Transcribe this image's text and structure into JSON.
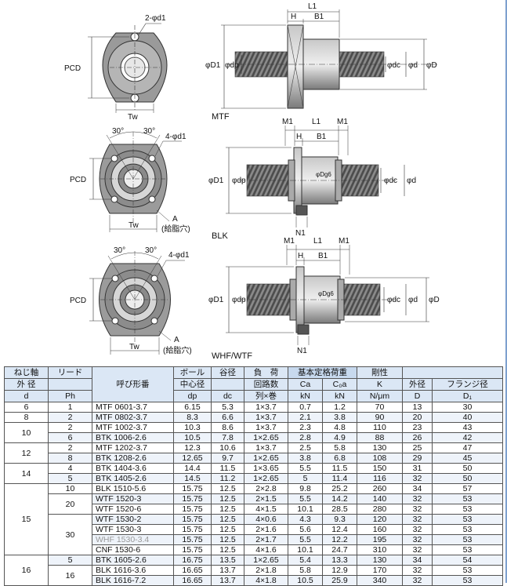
{
  "colors": {
    "header_bg": "#dbe7f5",
    "row_alt": "#eef3fa",
    "accent": "#7da0cf",
    "thread": "#6e6e6e"
  },
  "drawings": {
    "mtf": {
      "caption": "MTF",
      "hole": "2-φd1",
      "pcd": "PCD",
      "tw": "Tw",
      "L1": "L1",
      "H": "H",
      "B1": "B1",
      "D1": "φD1",
      "dp": "φdp",
      "dc": "φdc",
      "d": "φd",
      "D": "φD"
    },
    "blk": {
      "caption": "BLK",
      "angle1": "30°",
      "angle2": "30°",
      "hole": "4-φd1",
      "pcd": "PCD",
      "tw": "Tw",
      "a": "A",
      "oil": "(給脂穴)",
      "M1a": "M1",
      "L1": "L1",
      "M1b": "M1",
      "H": "H",
      "B1": "B1",
      "D1": "φD1",
      "dp": "φdp",
      "dg": "φDg6",
      "dc": "φdc",
      "d": "φd",
      "N1": "N1"
    },
    "whf": {
      "caption": "WHF/WTF",
      "angle1": "30°",
      "angle2": "30°",
      "hole": "4-φd1",
      "pcd": "PCD",
      "tw": "Tw",
      "a": "A",
      "oil": "(給脂穴)",
      "M1a": "M1",
      "L1": "L1",
      "M1b": "M1",
      "H": "H",
      "B1": "B1",
      "D1": "φD1",
      "dp": "φdp",
      "dg": "φDg6",
      "dc": "φdc",
      "d": "φd",
      "D": "φD",
      "N1": "N1"
    }
  },
  "table": {
    "h": {
      "shaft1": "ねじ軸",
      "shaft2": "外 径",
      "shaft3": "d",
      "lead1": "リード",
      "lead3": "Ph",
      "model": "呼び形番",
      "ball1": "ボール",
      "ball2": "中心径",
      "ball3": "dp",
      "root1": "谷径",
      "root3": "dc",
      "load1": "負　荷",
      "load2": "回路数",
      "load3": "列×巻",
      "rated": "基本定格荷重",
      "ca1": "Ca",
      "ca2": "kN",
      "c0a1": "C₀a",
      "c0a2": "kN",
      "stiff1": "剛性",
      "stiff2": "K",
      "stiff3": "N/μm",
      "od1": "外径",
      "od2": "D",
      "fl1": "フランジ径",
      "fl2": "D₁"
    },
    "rows": [
      {
        "d": "6",
        "ph": "1",
        "m": "MTF  0601-3.7",
        "dp": "6.15",
        "dc": "5.3",
        "cr": "1×3.7",
        "ca": "0.7",
        "c0a": "1.2",
        "k": "70",
        "od": "13",
        "fl": "30"
      },
      {
        "d": "8",
        "ph": "2",
        "m": "MTF  0802-3.7",
        "dp": "8.3",
        "dc": "6.6",
        "cr": "1×3.7",
        "ca": "2.1",
        "c0a": "3.8",
        "k": "90",
        "od": "20",
        "fl": "40"
      },
      {
        "d": "10",
        "ph": "2",
        "m": "MTF  1002-3.7",
        "dp": "10.3",
        "dc": "8.6",
        "cr": "1×3.7",
        "ca": "2.3",
        "c0a": "4.8",
        "k": "110",
        "od": "23",
        "fl": "43"
      },
      {
        "ph": "6",
        "m": "BTK  1006-2.6",
        "dp": "10.5",
        "dc": "7.8",
        "cr": "1×2.65",
        "ca": "2.8",
        "c0a": "4.9",
        "k": "88",
        "od": "26",
        "fl": "42"
      },
      {
        "d": "12",
        "ph": "2",
        "m": "MTF  1202-3.7",
        "dp": "12.3",
        "dc": "10.6",
        "cr": "1×3.7",
        "ca": "2.5",
        "c0a": "5.8",
        "k": "130",
        "od": "25",
        "fl": "47"
      },
      {
        "ph": "8",
        "m": "BTK  1208-2.6",
        "dp": "12.65",
        "dc": "9.7",
        "cr": "1×2.65",
        "ca": "3.8",
        "c0a": "6.8",
        "k": "108",
        "od": "29",
        "fl": "45"
      },
      {
        "d": "14",
        "ph": "4",
        "m": "BTK  1404-3.6",
        "dp": "14.4",
        "dc": "11.5",
        "cr": "1×3.65",
        "ca": "5.5",
        "c0a": "11.5",
        "k": "150",
        "od": "31",
        "fl": "50"
      },
      {
        "ph": "5",
        "m": "BTK  1405-2.6",
        "dp": "14.5",
        "dc": "11.2",
        "cr": "1×2.65",
        "ca": "5",
        "c0a": "11.4",
        "k": "116",
        "od": "32",
        "fl": "50"
      },
      {
        "d": "15",
        "ph": "10",
        "m": "BLK  1510-5.6",
        "dp": "15.75",
        "dc": "12.5",
        "cr": "2×2.8",
        "ca": "9.8",
        "c0a": "25.2",
        "k": "260",
        "od": "34",
        "fl": "57"
      },
      {
        "ph": "20",
        "m": "WTF  1520-3",
        "dp": "15.75",
        "dc": "12.5",
        "cr": "2×1.5",
        "ca": "5.5",
        "c0a": "14.2",
        "k": "140",
        "od": "32",
        "fl": "53"
      },
      {
        "m": "WTF  1520-6",
        "dp": "15.75",
        "dc": "12.5",
        "cr": "4×1.5",
        "ca": "10.1",
        "c0a": "28.5",
        "k": "280",
        "od": "32",
        "fl": "53"
      },
      {
        "ph": "30",
        "m": "WTF  1530-2",
        "dp": "15.75",
        "dc": "12.5",
        "cr": "4×0.6",
        "ca": "4.3",
        "c0a": "9.3",
        "k": "120",
        "od": "32",
        "fl": "53"
      },
      {
        "m": "WTF  1530-3",
        "dp": "15.75",
        "dc": "12.5",
        "cr": "2×1.6",
        "ca": "5.6",
        "c0a": "12.4",
        "k": "160",
        "od": "32",
        "fl": "53"
      },
      {
        "m": "WHF  1530-3.4",
        "dp": "15.75",
        "dc": "12.5",
        "cr": "2×1.7",
        "ca": "5.5",
        "c0a": "12.2",
        "k": "195",
        "od": "32",
        "fl": "53",
        "gray": true
      },
      {
        "m": "CNF  1530-6",
        "dp": "15.75",
        "dc": "12.5",
        "cr": "4×1.6",
        "ca": "10.1",
        "c0a": "24.7",
        "k": "310",
        "od": "32",
        "fl": "53"
      },
      {
        "d": "16",
        "ph": "5",
        "m": "BTK  1605-2.6",
        "dp": "16.75",
        "dc": "13.5",
        "cr": "1×2.65",
        "ca": "5.4",
        "c0a": "13.3",
        "k": "130",
        "od": "34",
        "fl": "54"
      },
      {
        "ph": "16",
        "m": "BLK  1616-3.6",
        "dp": "16.65",
        "dc": "13.7",
        "cr": "2×1.8",
        "ca": "5.8",
        "c0a": "12.9",
        "k": "170",
        "od": "32",
        "fl": "53"
      },
      {
        "m": "BLK  1616-7.2",
        "dp": "16.65",
        "dc": "13.7",
        "cr": "4×1.8",
        "ca": "10.5",
        "c0a": "25.9",
        "k": "340",
        "od": "32",
        "fl": "53"
      }
    ]
  }
}
